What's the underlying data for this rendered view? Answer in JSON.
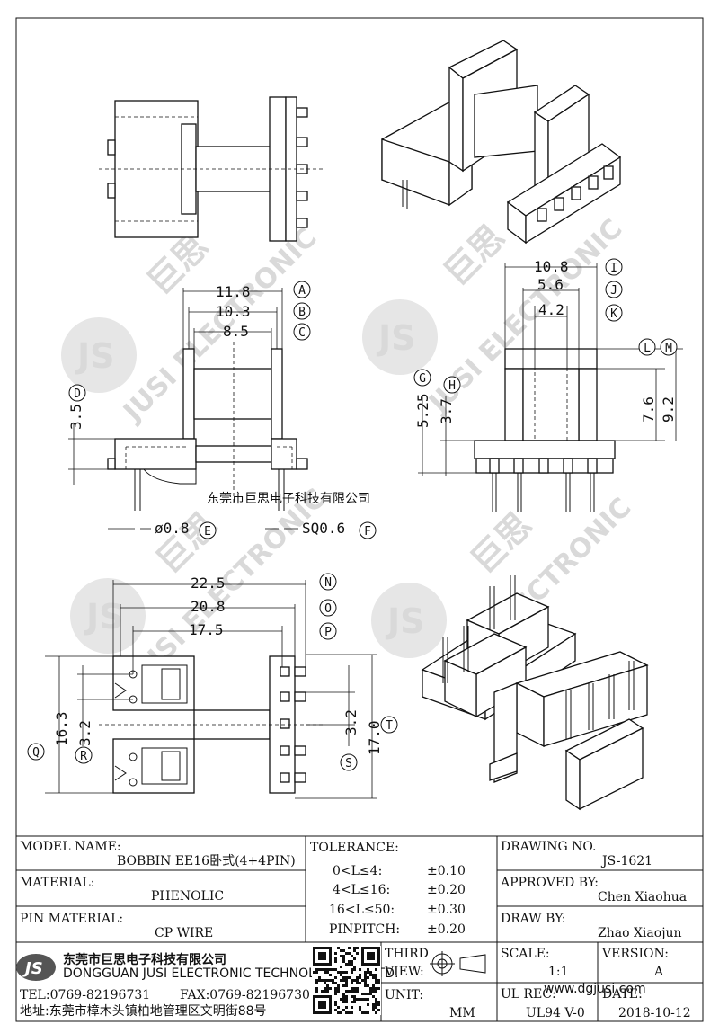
{
  "company_watermark": "东莞市巨思电子科技有限公司",
  "watermark_en": "JUSI ELECTRONIC",
  "watermark_cn": "巨思",
  "logo_text": "JS",
  "top_view": {
    "dims": {
      "A": "11.8",
      "B": "10.3",
      "C": "8.5",
      "D": "3.5",
      "E": "ø0.8",
      "F": "SQ0.6"
    }
  },
  "side_view": {
    "dims": {
      "I": "10.8",
      "J": "5.6",
      "K": "4.2",
      "G": "5.25",
      "H": "3.7",
      "L": "7.6",
      "M": "9.2"
    }
  },
  "bottom_view": {
    "dims": {
      "N": "22.5",
      "O": "20.8",
      "P": "17.5",
      "Q": "16.3",
      "R": "3.2",
      "S": "3.2",
      "T": "17.0"
    }
  },
  "circle_labels": [
    "A",
    "B",
    "C",
    "D",
    "E",
    "F",
    "G",
    "H",
    "I",
    "J",
    "K",
    "L",
    "M",
    "N",
    "O",
    "P",
    "Q",
    "R",
    "S",
    "T"
  ],
  "title_block": {
    "model_name_label": "MODEL NAME:",
    "model_name_value": "BOBBIN EE16卧式(4+4PIN)",
    "material_label": "MATERIAL:",
    "material_value": "PHENOLIC",
    "pin_material_label": "PIN MATERIAL:",
    "pin_material_value": "CP WIRE",
    "tolerance_label": "TOLERANCE:",
    "tolerances": [
      {
        "range": "0<L≤4:",
        "value": "±0.10"
      },
      {
        "range": "4<L≤16:",
        "value": "±0.20"
      },
      {
        "range": "16<L≤50:",
        "value": "±0.30"
      },
      {
        "range": "PINPITCH:",
        "value": "±0.20"
      }
    ],
    "drawing_no_label": "DRAWING NO.",
    "drawing_no_value": "JS-1621",
    "approved_by_label": "APPROVED BY:",
    "approved_by_value": "Chen Xiaohua",
    "draw_by_label": "DRAW BY:",
    "draw_by_value": "Zhao Xiaojun",
    "company_cn": "东莞市巨思电子科技有限公司",
    "company_en": "DONGGUAN JUSI ELECTRONIC TECHNOLOGY CO.,LTD.",
    "tel": "TEL:0769-82196731",
    "fax": "FAX:0769-82196730",
    "address": "地址:东莞市樟木头镇柏地管理区文明街88号",
    "third_view_label_1": "THIRD",
    "third_view_label_2": "VIEW:",
    "unit_label": "UNIT:",
    "unit_value": "MM",
    "scale_label": "SCALE:",
    "scale_value": "1:1",
    "version_label": "VERSION:",
    "version_value": "A",
    "ul_rec_label": "UL REC:",
    "ul_rec_value": "UL94 V-0",
    "date_label": "DATE:",
    "date_value": "2018-10-12",
    "website_watermark": "www.dgjusi.com"
  }
}
